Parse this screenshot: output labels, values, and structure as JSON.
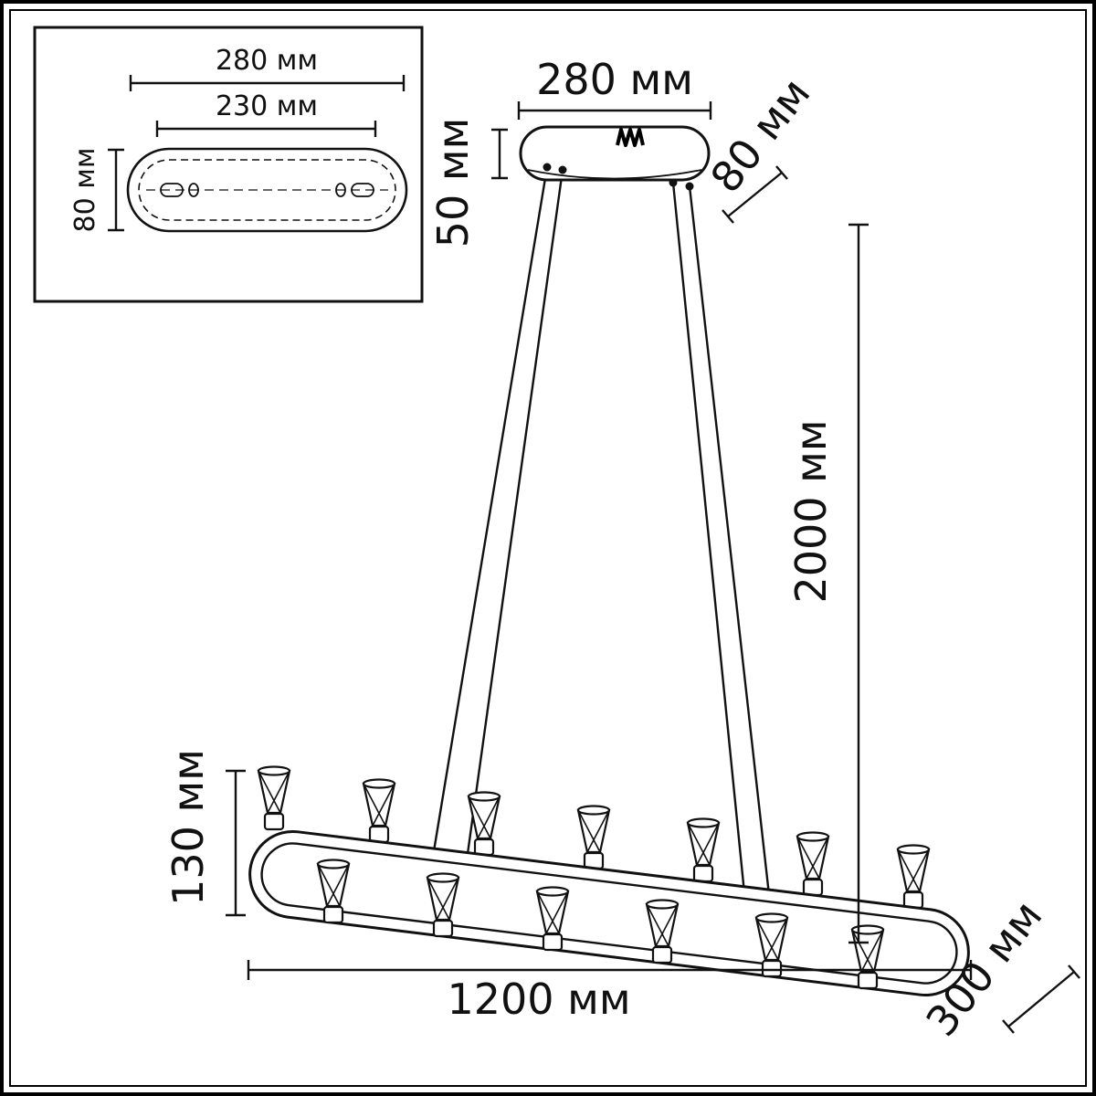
{
  "colors": {
    "line": "#111111",
    "background": "#ffffff"
  },
  "inset": {
    "outer_width_label": "280 мм",
    "inner_width_label": "230 мм",
    "depth_label": "80 мм"
  },
  "canopy": {
    "width_label": "280 мм",
    "height_label": "50 мм",
    "depth_label": "80 мм"
  },
  "suspension": {
    "length_label": "2000 мм"
  },
  "fixture": {
    "lamp_height_label": "130 мм",
    "length_label": "1200 мм",
    "width_label": "300 мм"
  }
}
